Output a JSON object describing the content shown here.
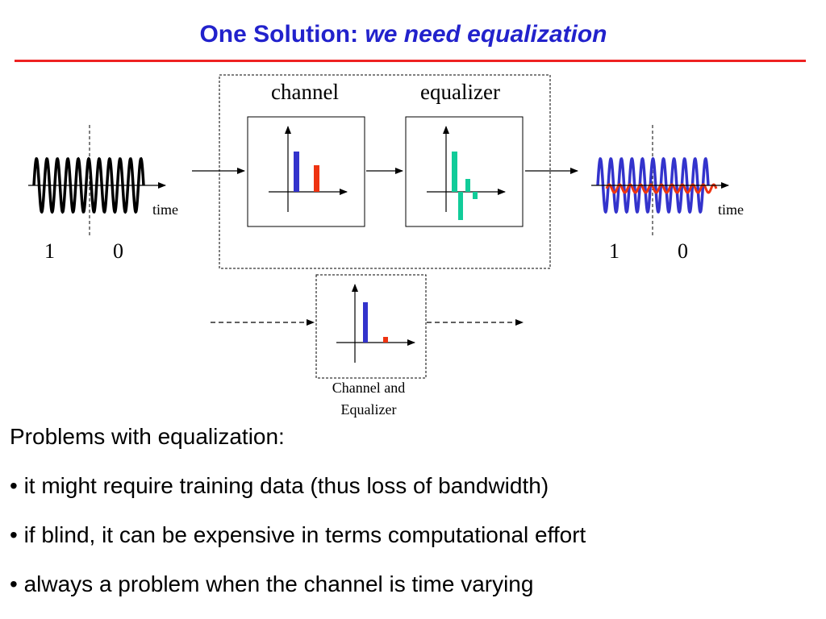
{
  "title": {
    "main": "One Solution: ",
    "emphasis": "we need equalization"
  },
  "diagram": {
    "channel_label": "channel",
    "equalizer_label": "equalizer",
    "input_time_label": "time",
    "output_time_label": "time",
    "input_bits": [
      "1",
      "0"
    ],
    "output_bits": [
      "1",
      "0"
    ],
    "combined_label_line1": "Channel and",
    "combined_label_line2": "Equalizer"
  },
  "colors": {
    "title": "#2222cc",
    "rule": "#ee2222",
    "blue": "#3333cc",
    "red": "#ee3311",
    "green": "#11cc99",
    "black": "#000000"
  },
  "problems": {
    "heading": "Problems with equalization:",
    "bullets": [
      "• it might require training data (thus loss of bandwidth)",
      "• if blind, it can be expensive in terms computational effort",
      "• always a problem when the channel is time varying"
    ]
  }
}
